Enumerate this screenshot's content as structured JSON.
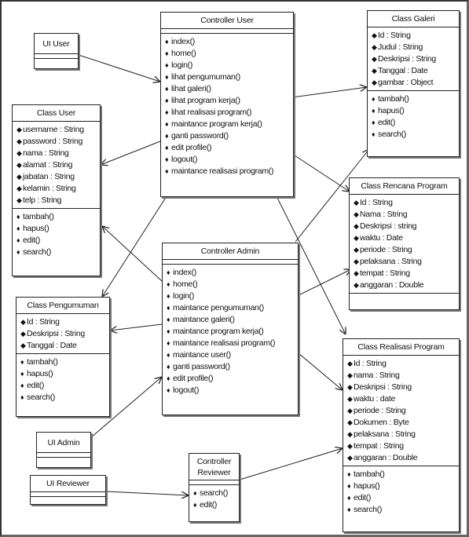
{
  "icons": {
    "attribute": "attribute-icon",
    "operation": "operation-icon"
  },
  "controller_user": {
    "title": "Controller User",
    "operations": [
      "index()",
      "home()",
      "login()",
      "lihat pengumuman()",
      "lihat galeri()",
      "lihat program kerja()",
      "lihat realisasi program()",
      "maintance program kerja()",
      "ganti password()",
      "edit profile()",
      "logout()",
      "maintance realisasi program()"
    ]
  },
  "ui_user": {
    "title": "UI User"
  },
  "class_user": {
    "title": "Class User",
    "attributes": [
      "username : String",
      "password : String",
      "nama : String",
      "alamat : String",
      "jabatan : String",
      "kelamin : String",
      "telp : String"
    ],
    "operations": [
      "tambah()",
      "hapus()",
      "edit()",
      "search()"
    ]
  },
  "class_galeri": {
    "title": "Class Galeri",
    "attributes": [
      "Id : String",
      "Judul : String",
      "Deskripsi : String",
      "Tanggal : Date",
      "gambar : Object"
    ],
    "operations": [
      "tambah()",
      "hapus()",
      "edit()",
      "search()"
    ]
  },
  "class_rencana_program": {
    "title": "Class Rencana Program",
    "attributes": [
      "Id : String",
      "Nama : String",
      "Deskripsi : string",
      "waktu : Date",
      "periode : String",
      "pelaksana : String",
      "tempat : String",
      "anggaran : Double"
    ]
  },
  "controller_admin": {
    "title": "Controller Admin",
    "operations": [
      "index()",
      "home()",
      "login()",
      "maintance pengumuman()",
      "maintance galeri()",
      "maintance program kerja()",
      "maintance realisasi program()",
      "maintance user()",
      "ganti password()",
      "edit profile()",
      "logout()"
    ]
  },
  "class_pengumuman": {
    "title": "Class Pengumuman",
    "attributes": [
      "Id : String",
      "Deskripsi : String",
      "Tanggal : Date"
    ],
    "operations": [
      "tambah()",
      "hapus()",
      "edit()",
      "search()"
    ]
  },
  "class_realisasi_program": {
    "title": "Class Realisasi Program",
    "attributes": [
      "Id : String",
      "nama : String",
      "Deskripsi : String",
      "waktu : date",
      "periode : String",
      "Dokumen : Byte",
      "pelaksana : String",
      "tempat : String",
      "anggaran : Double"
    ],
    "operations": [
      "tambah()",
      "hapus()",
      "edit()",
      "search()"
    ]
  },
  "ui_admin": {
    "title": "UI Admin"
  },
  "ui_reviewer": {
    "title": "UI Reviewer"
  },
  "controller_reviewer": {
    "title": "Controller Reviewer",
    "operations": [
      "search()",
      "edit()"
    ]
  }
}
